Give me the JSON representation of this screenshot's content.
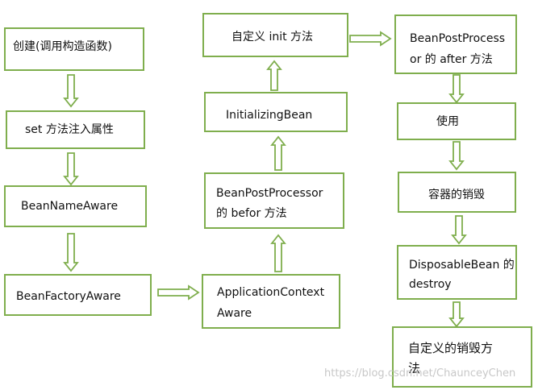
{
  "nodes": {
    "create": "创建(调用构造函数)",
    "set_props": "set 方法注入属性",
    "bean_name_aware": "BeanNameAware",
    "bean_factory_aware": "BeanFactoryAware",
    "app_context_aware_1": "ApplicationContext",
    "app_context_aware_2": "Aware",
    "bpp_before_1": "BeanPostProcessor",
    "bpp_before_2": "的 befor 方法",
    "initializing_bean": "InitializingBean",
    "custom_init": "自定义 init 方法",
    "bpp_after_1": "BeanPostProcess",
    "bpp_after_2": "or 的 after 方法",
    "use": "使用",
    "container_destroy": "容器的销毁",
    "disposable_bean_1": "DisposableBean 的",
    "disposable_bean_2": "destroy",
    "custom_destroy_1": "自定义的销毁方",
    "custom_destroy_2": "法"
  },
  "watermark": "https://blog.csdn.net/ChaunceyChen",
  "colors": {
    "border": "#7fae4d",
    "arrow": "#7fae4d",
    "text": "#111111",
    "watermark": "#c8c8c8"
  }
}
